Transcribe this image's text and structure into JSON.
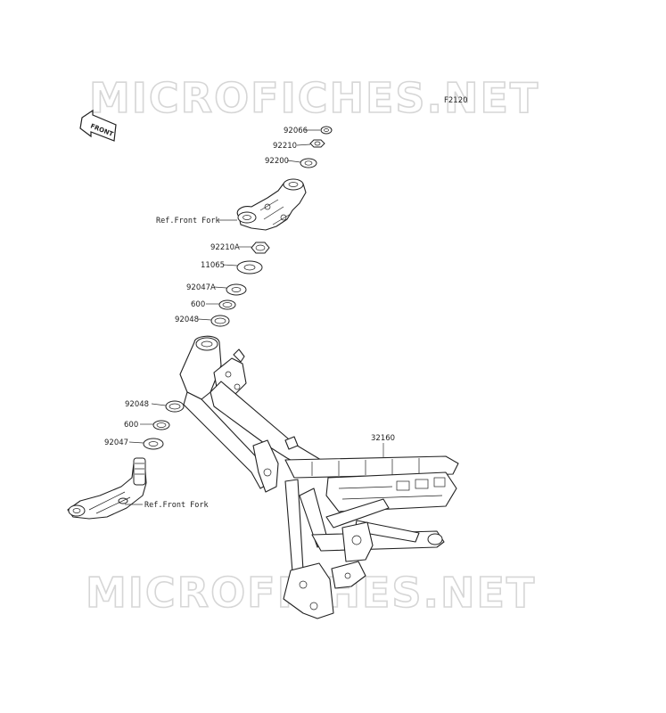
{
  "watermark": "MICROFICHES.NET",
  "diagram_code": "F2120",
  "front_arrow_label": "FRONT",
  "callouts": [
    {
      "id": "c1",
      "text": "92066"
    },
    {
      "id": "c2",
      "text": "92210"
    },
    {
      "id": "c3",
      "text": "92200"
    },
    {
      "id": "c4",
      "text": "Ref.Front Fork"
    },
    {
      "id": "c5",
      "text": "92210A"
    },
    {
      "id": "c6",
      "text": "11065"
    },
    {
      "id": "c7",
      "text": "92047A"
    },
    {
      "id": "c8",
      "text": "600"
    },
    {
      "id": "c9",
      "text": "92048"
    },
    {
      "id": "c10",
      "text": "92048"
    },
    {
      "id": "c11",
      "text": "600"
    },
    {
      "id": "c12",
      "text": "92047"
    },
    {
      "id": "c13",
      "text": "Ref.Front Fork"
    },
    {
      "id": "c14",
      "text": "32160"
    }
  ]
}
